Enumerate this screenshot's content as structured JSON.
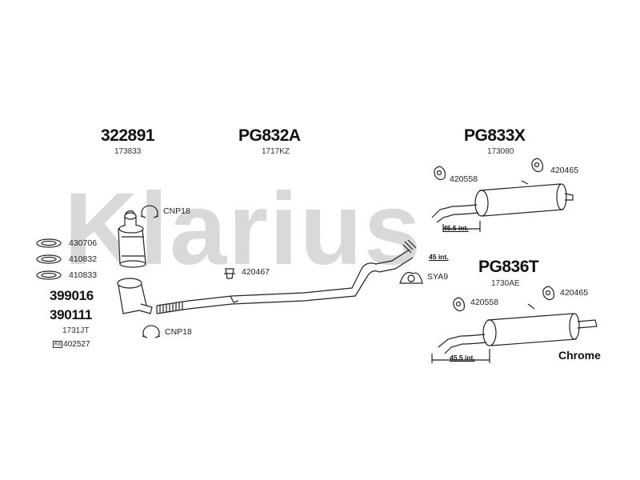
{
  "brand": {
    "watermark": "Klarius"
  },
  "labels": {
    "catalyst_part": "322891",
    "catalyst_ref": "173833",
    "front_pipe_part": "PG832A",
    "front_pipe_ref": "1717KZ",
    "rear_box_part": "PG833X",
    "rear_box_ref": "173080",
    "rear_box_alt_part": "PG836T",
    "rear_box_alt_ref": "1730AE",
    "clamp_top": "CNP18",
    "clamp_bottom": "CNP18",
    "gasket_1": "430706",
    "gasket_2": "410832",
    "gasket_3": "410833",
    "dpf_part_1": "399016",
    "dpf_part_2": "390111",
    "dpf_ref": "1731JT",
    "kit_number": "402527",
    "kit_badge": "Kit",
    "mount_mid": "420467",
    "mount_sya": "SYA9",
    "mount_top_a": "420558",
    "mount_top_b": "420465",
    "mount_bot_a": "420558",
    "mount_bot_b": "420465",
    "dim_top": "45.5 int.",
    "dim_mid": "45 int.",
    "dim_bot": "45.5 int.",
    "finish": "Chrome"
  },
  "colors": {
    "watermark": "#d9d9d9",
    "line": "#222222"
  }
}
